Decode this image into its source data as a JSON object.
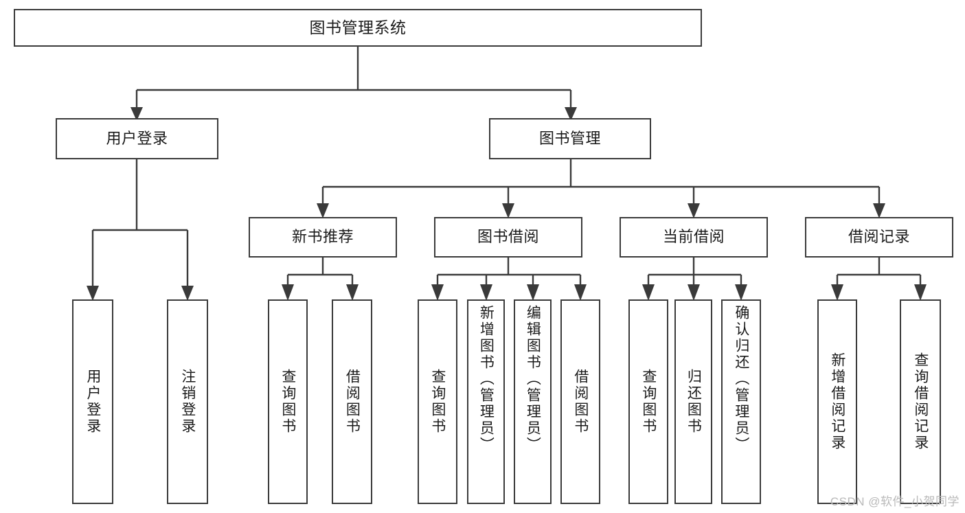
{
  "diagram": {
    "title": "图书管理系统",
    "type": "hierarchy-tree",
    "watermark": "CSDN @软件_小贺同学",
    "colors": {
      "stroke": "#3a3a3a",
      "fill": "#ffffff",
      "text": "#1a1a1a",
      "watermark": "#b9b9b9"
    },
    "nodes": {
      "root": "图书管理系统",
      "level2": {
        "user_login": "用户登录",
        "book_manage": "图书管理"
      },
      "level3": {
        "new_book_rec": "新书推荐",
        "book_borrow": "图书借阅",
        "current_borrow": "当前借阅",
        "borrow_record": "借阅记录"
      },
      "leaves": {
        "user_login_1": "用户登录",
        "user_login_2": "注销登录",
        "new_book_rec_1": "查询图书",
        "new_book_rec_2": "借阅图书",
        "book_borrow_1": "查询图书",
        "book_borrow_2": "新增图书（管理员）",
        "book_borrow_3": "编辑图书（管理员）",
        "book_borrow_4": "借阅图书",
        "current_borrow_1": "查询图书",
        "current_borrow_2": "归还图书",
        "current_borrow_3": "确认归还（管理员）",
        "borrow_record_1": "新增借阅记录",
        "borrow_record_2": "查询借阅记录"
      }
    }
  }
}
